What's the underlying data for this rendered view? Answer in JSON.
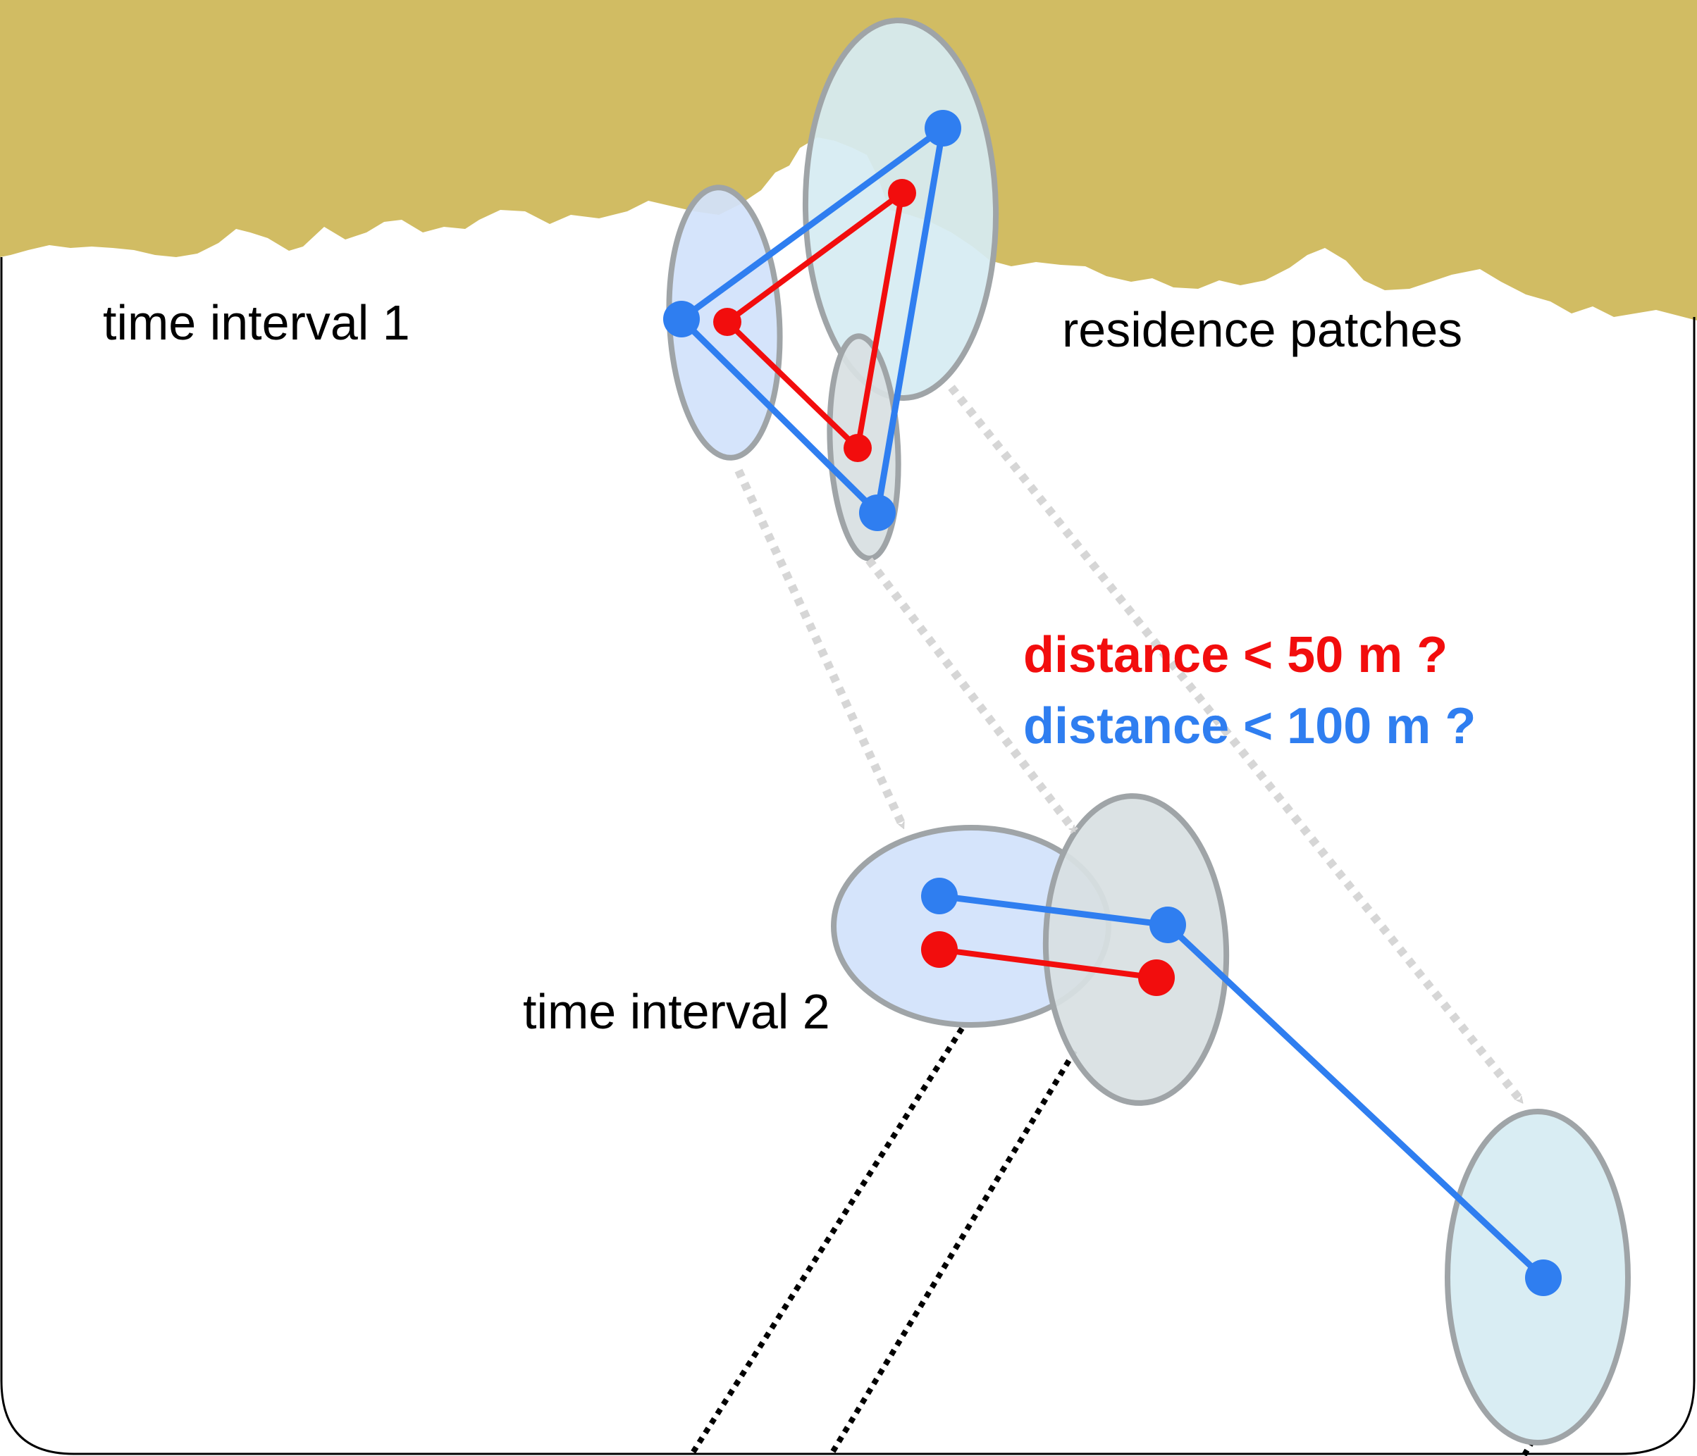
{
  "labels": {
    "time_interval_1": "time interval 1",
    "time_interval_2": "time interval 2",
    "residence_patches": "residence patches",
    "distance_50": "distance < 50 m ?",
    "distance_100": "distance < 100 m ?"
  },
  "colors": {
    "ground": "#d1bc63",
    "red": "#f20d0d",
    "blue": "#2f7ef0",
    "patch_light_cyan": "#d6ecf2",
    "patch_light_blue": "#d2e2fb",
    "patch_gray": "#d8e0e2",
    "patch_outline": "#9fa4a7",
    "arrow_gray": "#d6d6d6",
    "frame": "#000000"
  }
}
